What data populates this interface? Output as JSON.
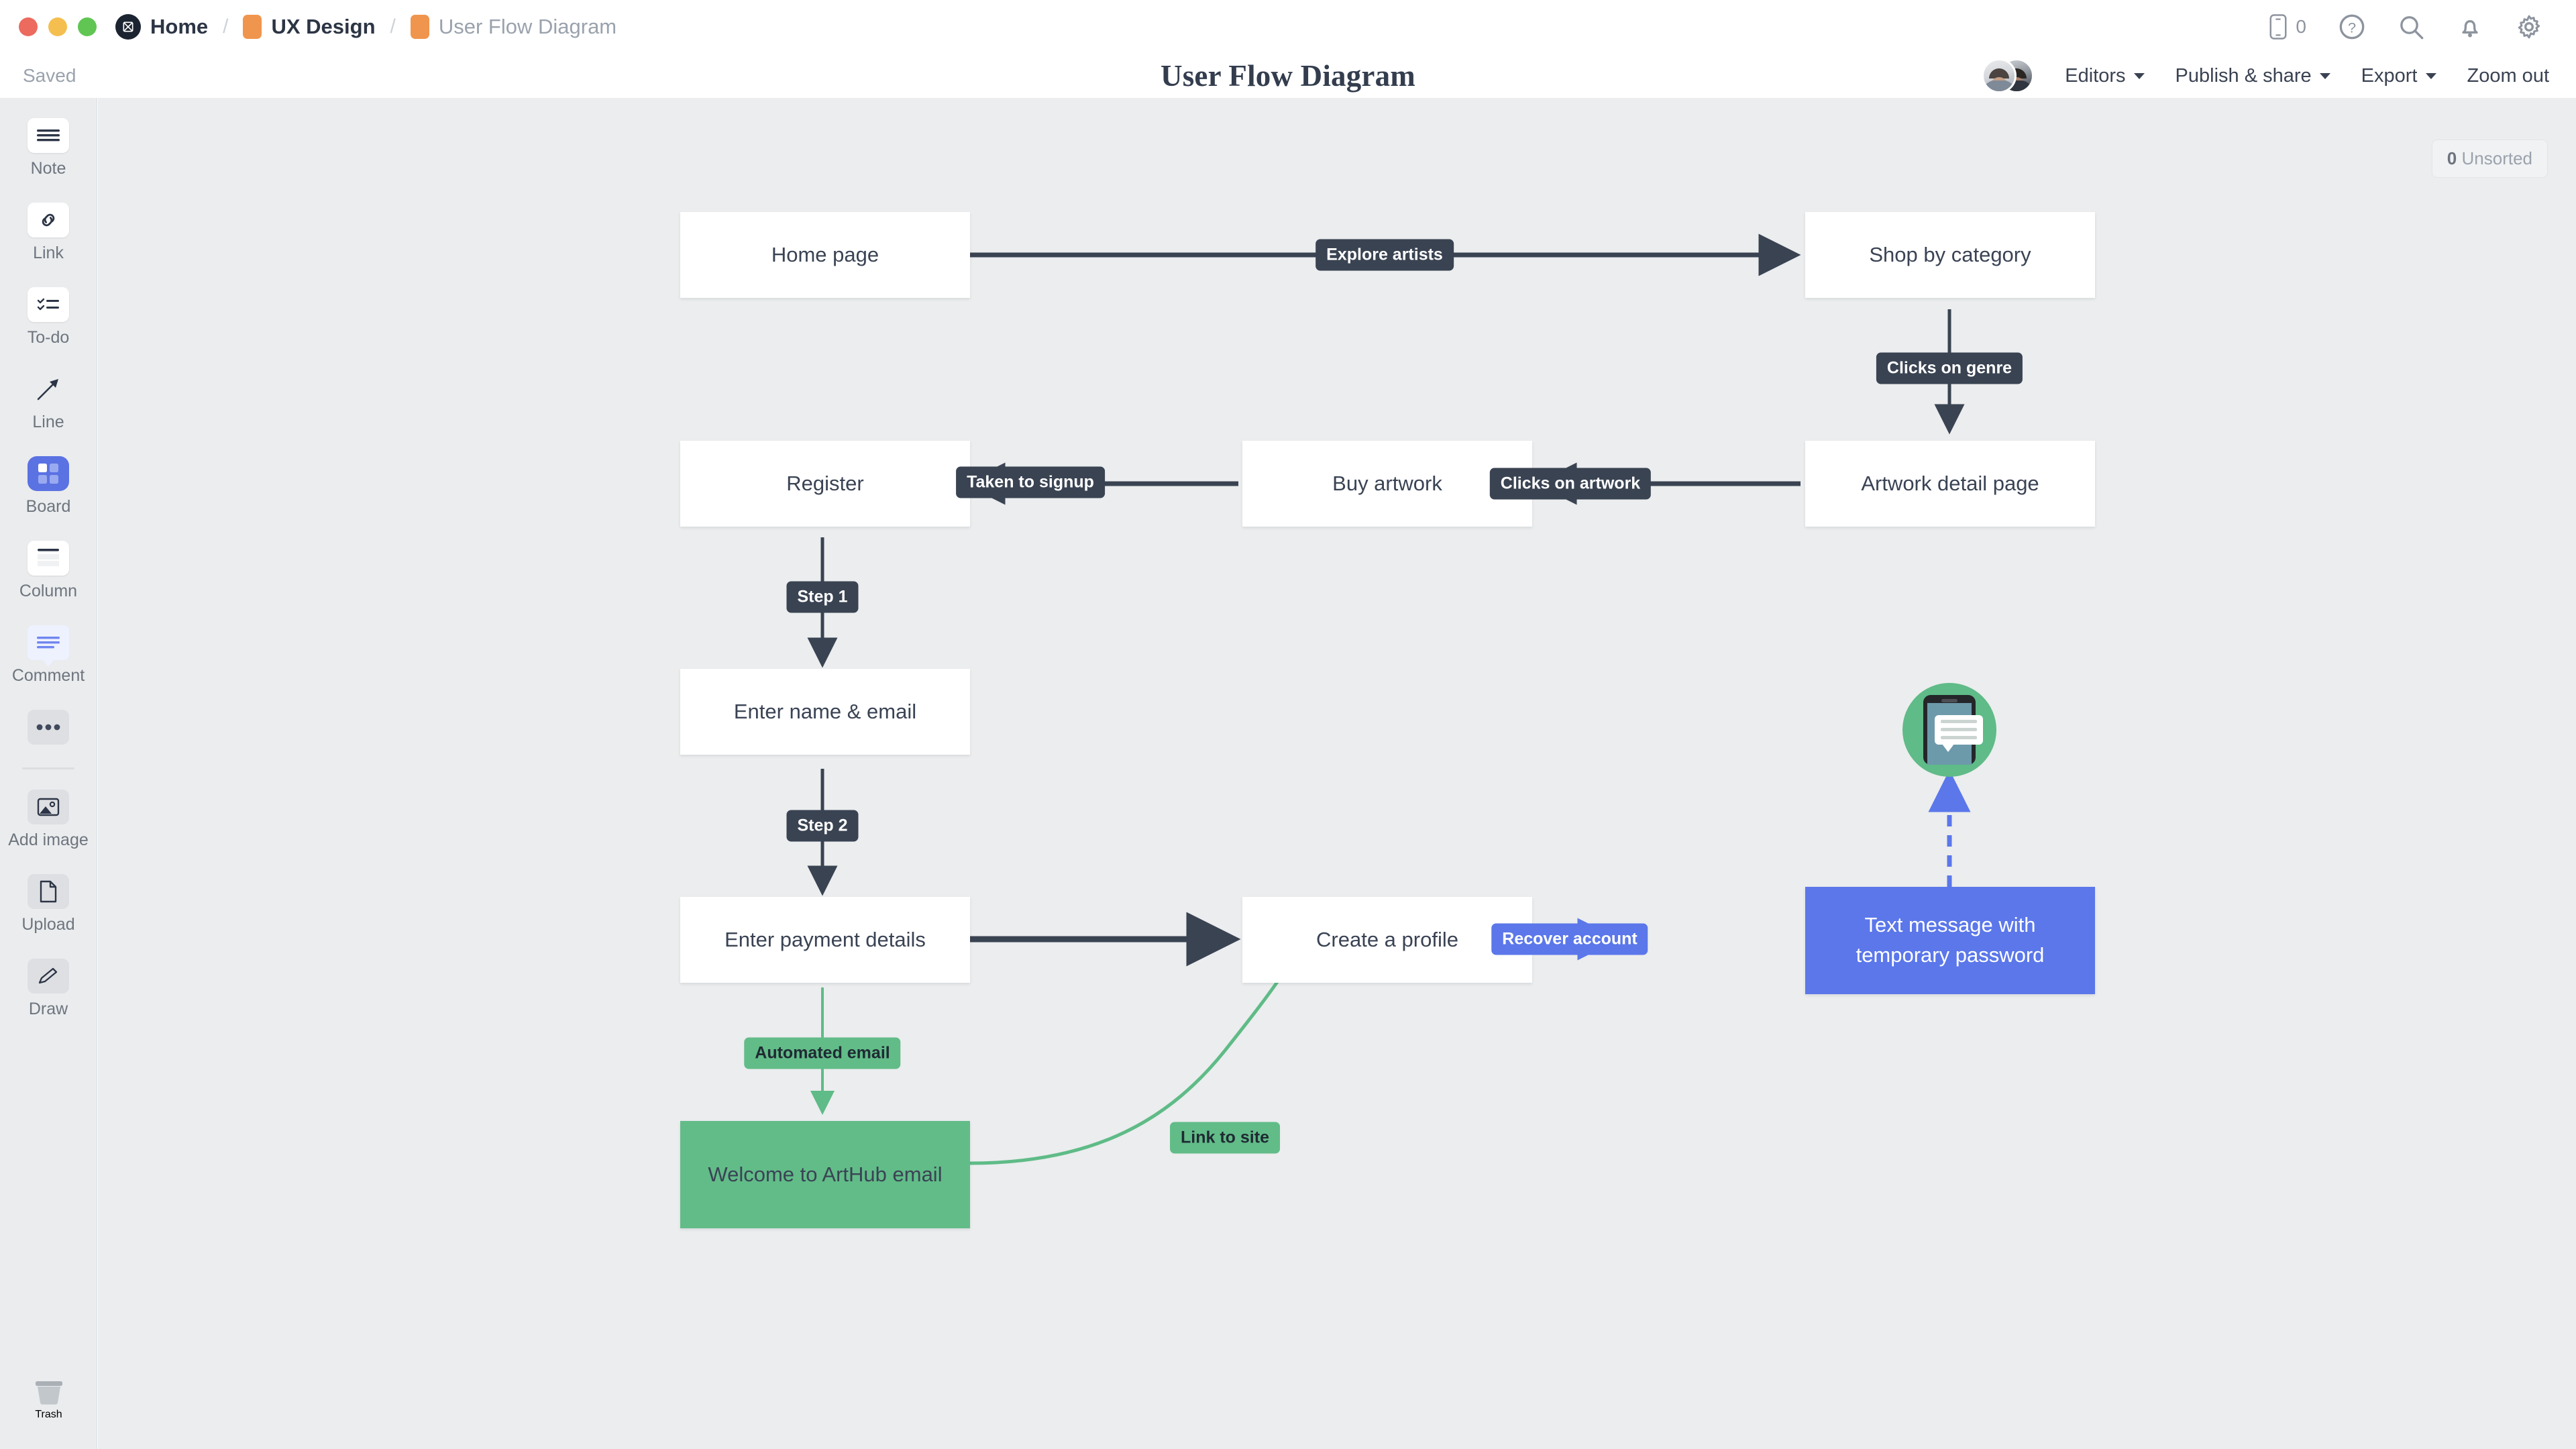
{
  "window": {
    "traffic_lights": [
      "close",
      "minimize",
      "maximize"
    ],
    "breadcrumb": [
      {
        "label": "Home",
        "icon": "milanote-logo-icon",
        "muted": false
      },
      {
        "label": "UX Design",
        "icon": "orange-swatch-icon",
        "muted": false
      },
      {
        "label": "User Flow Diagram",
        "icon": "orange-swatch-icon",
        "muted": true
      }
    ],
    "right_icons": [
      {
        "name": "mobile-icon",
        "count": "0"
      },
      {
        "name": "help-icon"
      },
      {
        "name": "search-icon"
      },
      {
        "name": "notifications-bell-icon"
      },
      {
        "name": "settings-gear-icon"
      }
    ]
  },
  "toolbar": {
    "save_status": "Saved",
    "document_title": "User Flow Diagram",
    "actions": [
      {
        "label": "Editors",
        "caret": true
      },
      {
        "label": "Publish & share",
        "caret": true
      },
      {
        "label": "Export",
        "caret": true
      },
      {
        "label": "Zoom out",
        "caret": false
      }
    ]
  },
  "sidebar": {
    "tools": [
      {
        "label": "Note",
        "icon": "note-lines-icon",
        "active": false
      },
      {
        "label": "Link",
        "icon": "link-chain-icon",
        "active": false
      },
      {
        "label": "To-do",
        "icon": "todo-checklist-icon",
        "active": false
      },
      {
        "label": "Line",
        "icon": "line-arrow-icon",
        "active": false
      },
      {
        "label": "Board",
        "icon": "board-grid-icon",
        "active": true
      },
      {
        "label": "Column",
        "icon": "column-icon",
        "active": false
      },
      {
        "label": "Comment",
        "icon": "comment-bubble-icon",
        "active": false
      },
      {
        "label": "",
        "icon": "more-options-icon",
        "active": false
      },
      {
        "label": "Add image",
        "icon": "add-image-icon",
        "active": false
      },
      {
        "label": "Upload",
        "icon": "upload-file-icon",
        "active": false
      },
      {
        "label": "Draw",
        "icon": "draw-pencil-icon",
        "active": false
      }
    ],
    "trash": {
      "label": "Trash",
      "icon": "trash-bin-icon"
    }
  },
  "canvas": {
    "unsorted_badge": {
      "count": "0",
      "label": "Unsorted"
    }
  },
  "colors": {
    "dark_label": "#3a4352",
    "blue_node": "#5b77ea",
    "green_node": "#62bc88",
    "canvas_bg": "#ebedee",
    "accent_brand": "#5b72e3"
  },
  "diagram": {
    "nodes": [
      {
        "id": "home-page",
        "label": "Home page",
        "style": "white"
      },
      {
        "id": "shop-by-category",
        "label": "Shop by category",
        "style": "white"
      },
      {
        "id": "register",
        "label": "Register",
        "style": "white"
      },
      {
        "id": "buy-artwork",
        "label": "Buy artwork",
        "style": "white"
      },
      {
        "id": "artwork-detail",
        "label": "Artwork detail page",
        "style": "white"
      },
      {
        "id": "enter-name-email",
        "label": "Enter name & email",
        "style": "white"
      },
      {
        "id": "enter-payment",
        "label": "Enter payment details",
        "style": "white"
      },
      {
        "id": "create-profile",
        "label": "Create a profile",
        "style": "white"
      },
      {
        "id": "text-message",
        "label": "Text message with temporary password",
        "style": "blue"
      },
      {
        "id": "welcome-email",
        "label": "Welcome to ArtHub email",
        "style": "green"
      }
    ],
    "edge_labels": [
      {
        "id": "explore-artists",
        "label": "Explore artists",
        "style": "dark"
      },
      {
        "id": "clicks-on-genre",
        "label": "Clicks on genre",
        "style": "dark"
      },
      {
        "id": "clicks-on-artwork",
        "label": "Clicks on artwork",
        "style": "dark"
      },
      {
        "id": "taken-to-signup",
        "label": "Taken to signup",
        "style": "dark"
      },
      {
        "id": "step-1",
        "label": "Step 1",
        "style": "dark"
      },
      {
        "id": "step-2",
        "label": "Step 2",
        "style": "dark"
      },
      {
        "id": "recover-account",
        "label": "Recover account",
        "style": "blue"
      },
      {
        "id": "automated-email",
        "label": "Automated email",
        "style": "green"
      },
      {
        "id": "link-to-site",
        "label": "Link to site",
        "style": "green"
      }
    ],
    "phone_badge": {
      "id": "sms-illustration",
      "icon": "phone-message-icon"
    }
  }
}
